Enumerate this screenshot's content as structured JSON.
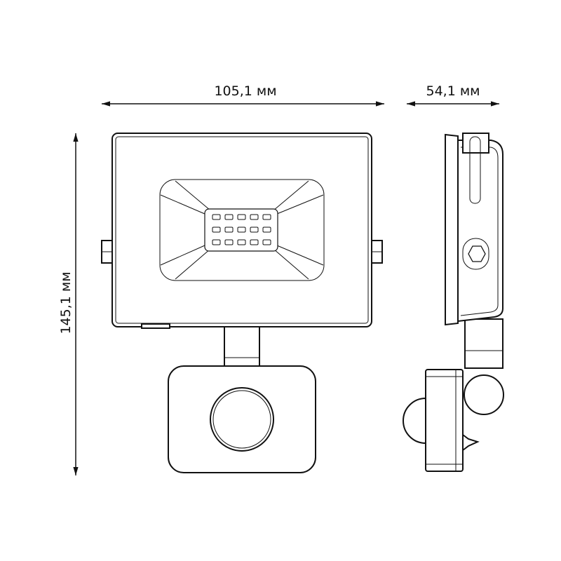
{
  "dimensions": {
    "width": "105,1 мм",
    "depth": "54,1 мм",
    "height": "145,1 мм"
  },
  "colors": {
    "line": "#111111",
    "background": "#ffffff"
  }
}
